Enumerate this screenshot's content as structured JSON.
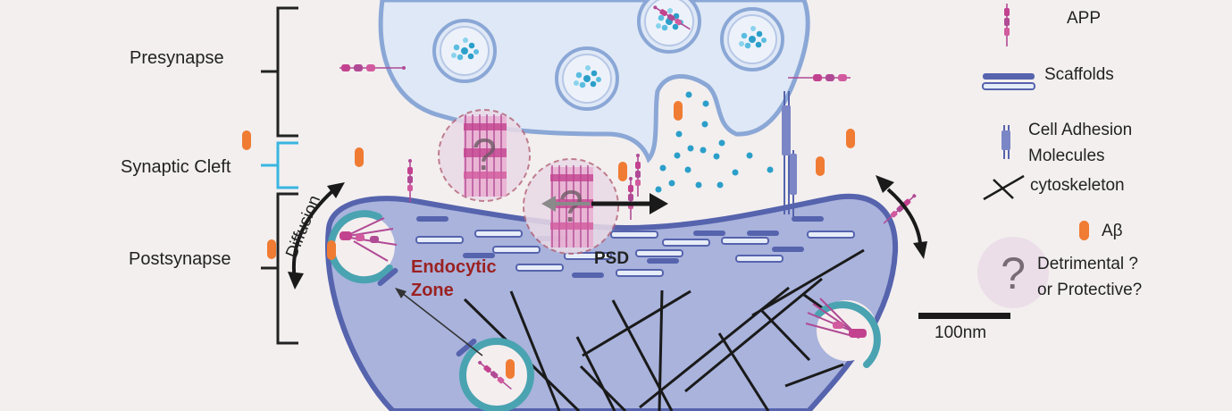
{
  "regions": {
    "presynapse": "Presynapse",
    "synaptic_cleft": "Synaptic Cleft",
    "postsynapse": "Postsynapse"
  },
  "annotations": {
    "diffusion": "Diffusion",
    "endocytic_zone_line1": "Endocytic",
    "endocytic_zone_line2": "Zone",
    "psd": "PSD",
    "question_mark": "?"
  },
  "legend": {
    "app": "APP",
    "scaffolds": "Scaffolds",
    "cam_line1": "Cell Adhesion",
    "cam_line2": "Molecules",
    "cytoskeleton": "cytoskeleton",
    "abeta": "Aβ",
    "question_line1": "Detrimental ?",
    "question_line2": "or Protective?",
    "scale": "100nm"
  },
  "colors": {
    "background": "#f3efef",
    "presynapse_fill": "#dfe8f6",
    "presynapse_stroke": "#8aa7d6",
    "postsynapse_fill": "#a9b3dc",
    "postsynapse_stroke": "#5663ad",
    "app": "#b04a95",
    "abeta": "#f07b32",
    "vesicle_dots": "#2b9fc9",
    "endocytic_text": "#9b2121",
    "endosome_ring": "#4aa3b1",
    "cleft_bracket": "#38b6e0",
    "question_bubble": "#eadbe7"
  }
}
